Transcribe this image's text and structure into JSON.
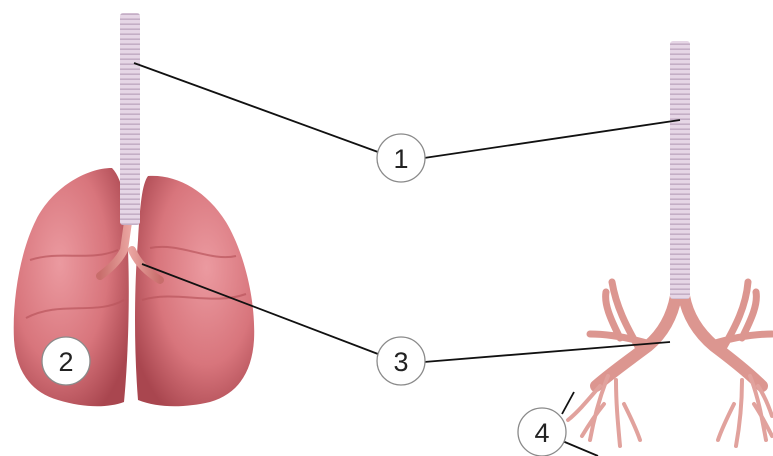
{
  "callouts": [
    {
      "key": "trachea",
      "label": "1"
    },
    {
      "key": "lungs",
      "label": "2"
    },
    {
      "key": "bronchi",
      "label": "3"
    },
    {
      "key": "bronchioles",
      "label": "4"
    }
  ],
  "colors": {
    "trachea": "#e3d3e3",
    "trachea_ring": "#c6b0c8",
    "lung": "#d9747a",
    "lung_shadow": "#a84650",
    "bronchi": "#d98a86",
    "leader": "#111111",
    "callout_border": "#8a8a8a"
  },
  "icons": {
    "left_model": "lungs-with-trachea-illustration",
    "right_model": "bronchial-tree-illustration"
  }
}
